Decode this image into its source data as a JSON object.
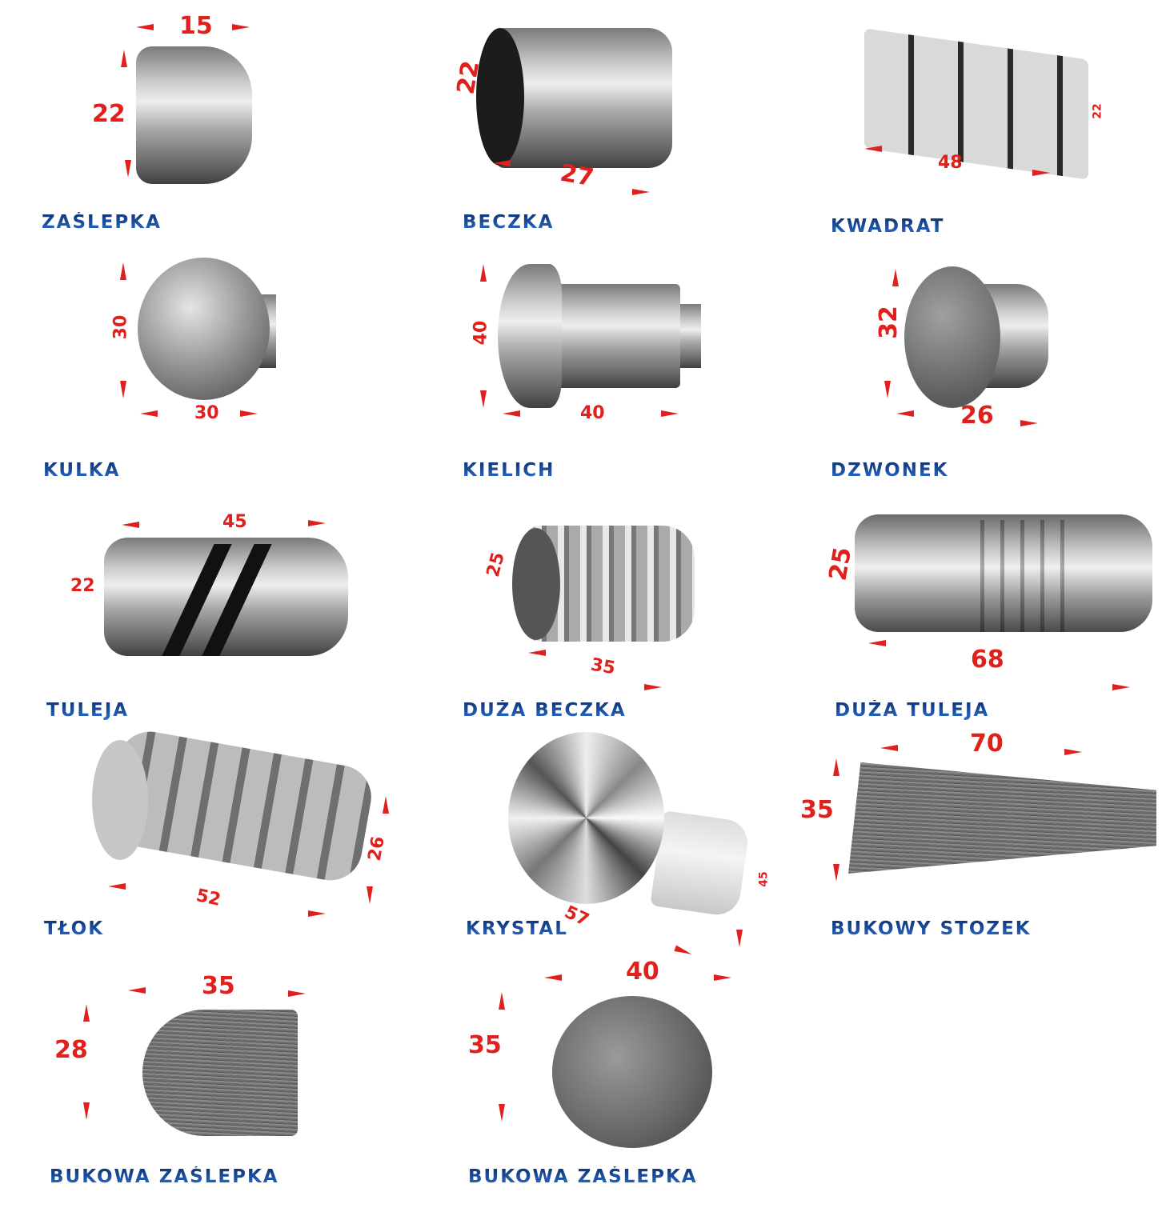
{
  "products": [
    {
      "name": "ZAŚLEPKA",
      "dims": [
        "15",
        "22"
      ]
    },
    {
      "name": "BECZKA",
      "dims": [
        "22",
        "27"
      ]
    },
    {
      "name": "KWADRAT",
      "dims": [
        "48",
        "22"
      ]
    },
    {
      "name": "KULKA",
      "dims": [
        "30",
        "30"
      ]
    },
    {
      "name": "KIELICH",
      "dims": [
        "40",
        "40"
      ]
    },
    {
      "name": "DZWONEK",
      "dims": [
        "32",
        "26"
      ]
    },
    {
      "name": "TULEJA",
      "dims": [
        "45",
        "22"
      ]
    },
    {
      "name": "DUŻA BECZKA",
      "dims": [
        "25",
        "35"
      ]
    },
    {
      "name": "DUŻA TULEJA",
      "dims": [
        "25",
        "68"
      ]
    },
    {
      "name": "TŁOK",
      "dims": [
        "52",
        "26"
      ]
    },
    {
      "name": "KRYSTAL",
      "dims": [
        "57",
        "45"
      ]
    },
    {
      "name": "BUKOWY STOZEK",
      "dims": [
        "70",
        "35"
      ]
    },
    {
      "name": "BUKOWA ZAŚLEPKA",
      "dims": [
        "35",
        "28"
      ]
    },
    {
      "name": "BUKOWA ZAŚLEPKA",
      "dims": [
        "40",
        "35"
      ]
    }
  ],
  "colors": {
    "dimension": "#e0201c",
    "label": "#1a4f9e"
  }
}
